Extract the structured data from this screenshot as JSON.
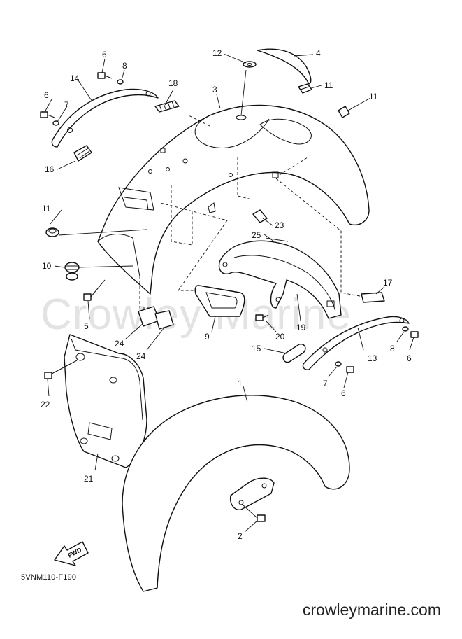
{
  "diagram": {
    "drawing_code": "5VNM110-F190",
    "watermark_text": "Crowley Marine",
    "site_text": "crowleymarine.com",
    "direction_label": "FWD",
    "callouts": {
      "c1": "1",
      "c2": "2",
      "c3": "3",
      "c4": "4",
      "c5": "5",
      "c6a": "6",
      "c6b": "6",
      "c6c": "6",
      "c6d": "6",
      "c7a": "7",
      "c7b": "7",
      "c8a": "8",
      "c8b": "8",
      "c9": "9",
      "c10": "10",
      "c11a": "11",
      "c11b": "11",
      "c11c": "11",
      "c12": "12",
      "c13": "13",
      "c14": "14",
      "c15": "15",
      "c16": "16",
      "c17": "17",
      "c18": "18",
      "c19": "19",
      "c20": "20",
      "c21": "21",
      "c22": "22",
      "c23": "23",
      "c24a": "24",
      "c24b": "24",
      "c25": "25"
    }
  }
}
